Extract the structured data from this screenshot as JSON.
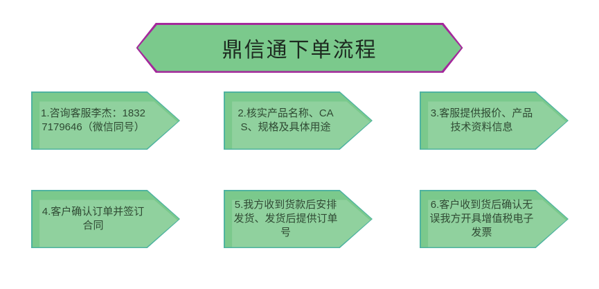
{
  "title": "鼎信通下单流程",
  "colors": {
    "shape_fill": "#7BC98C",
    "shape_border": "#4FB3A0",
    "title_border": "#A4289B",
    "text_color": "#2F4A33"
  },
  "steps": [
    {
      "text": "1.咨询客服李杰：18327179646（微信同号）"
    },
    {
      "text": "2.核实产品名称、CAS、规格及具体用途"
    },
    {
      "text": "3.客服提供报价、产品技术资料信息"
    },
    {
      "text": "4.客户确认订单并签订合同"
    },
    {
      "text": "5.我方收到货款后安排发货、发货后提供订单号"
    },
    {
      "text": "6.客户收到货后确认无误我方开具增值税电子发票"
    }
  ]
}
